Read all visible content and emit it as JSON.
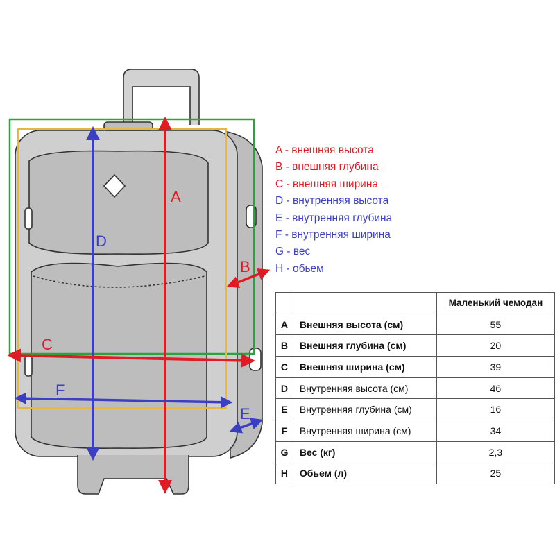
{
  "diagram_labels": [
    {
      "letter": "A",
      "color": "#e01b24"
    },
    {
      "letter": "B",
      "color": "#e01b24"
    },
    {
      "letter": "C",
      "color": "#e01b24"
    },
    {
      "letter": "D",
      "color": "#3b3fc4"
    },
    {
      "letter": "E",
      "color": "#3b3fc4"
    },
    {
      "letter": "F",
      "color": "#3b3fc4"
    }
  ],
  "legend": [
    {
      "text": "A - внешняя высота",
      "color": "#e01b24"
    },
    {
      "text": "B - внешняя глубина",
      "color": "#e01b24"
    },
    {
      "text": "C - внешняя ширина",
      "color": "#e01b24"
    },
    {
      "text": "D - внутренняя высота",
      "color": "#3b3fc4"
    },
    {
      "text": "E - внутренняя глубина",
      "color": "#3b3fc4"
    },
    {
      "text": "F - внутренняя ширина",
      "color": "#3b3fc4"
    },
    {
      "text": "G - вес",
      "color": "#3b3fc4"
    },
    {
      "text": "H - обьем",
      "color": "#3b3fc4"
    }
  ],
  "table": {
    "header": "Маленький чемодан",
    "rows": [
      {
        "letter": "A",
        "name": "Внешняя высота (см)",
        "value": "55",
        "bold": true
      },
      {
        "letter": "B",
        "name": "Внешняя глубина (см)",
        "value": "20",
        "bold": true
      },
      {
        "letter": "C",
        "name": "Внешняя ширина (см)",
        "value": "39",
        "bold": true
      },
      {
        "letter": "D",
        "name": "Внутренняя высота (см)",
        "value": "46",
        "bold": false
      },
      {
        "letter": "E",
        "name": "Внутренняя глубина (см)",
        "value": "16",
        "bold": false
      },
      {
        "letter": "F",
        "name": "Внутренняя ширина (см)",
        "value": "34",
        "bold": false
      },
      {
        "letter": "G",
        "name": "Вес (кг)",
        "value": "2,3",
        "bold": true
      },
      {
        "letter": "H",
        "name": "Обьем (л)",
        "value": "25",
        "bold": true
      }
    ]
  },
  "colors": {
    "outer": "#e01b24",
    "inner": "#3b3fc4",
    "frame_outer": "#2ea043",
    "frame_inner": "#e8b83a"
  }
}
